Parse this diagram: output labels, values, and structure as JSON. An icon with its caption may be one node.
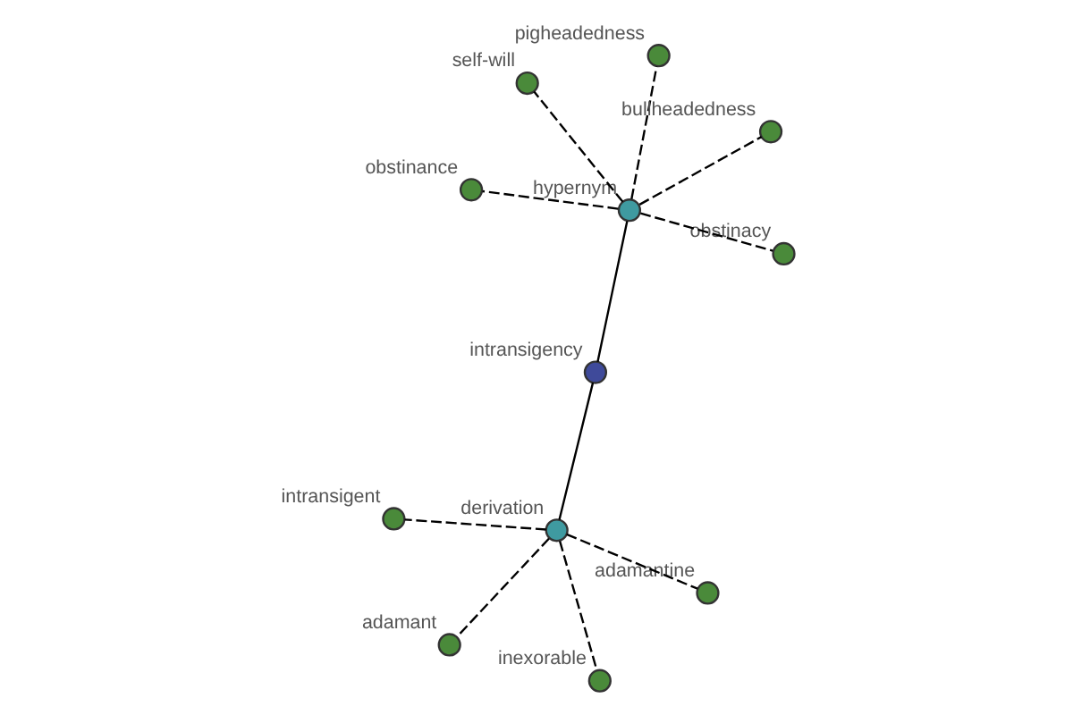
{
  "diagram": {
    "nodes": [
      {
        "text": [
          "intransigency"
        ]
      },
      {
        "text": [
          "hypernym"
        ]
      },
      {
        "text": [
          "derivation"
        ]
      },
      {
        "text": [
          "pigheadedness"
        ]
      },
      {
        "text": [
          "bullheadedness"
        ]
      },
      {
        "text": [
          "self-will"
        ]
      },
      {
        "text": [
          "obstinance"
        ]
      },
      {
        "text": [
          "obstinacy"
        ]
      },
      {
        "text": [
          "adamant"
        ]
      },
      {
        "text": [
          "inexorable"
        ]
      },
      {
        "text": [
          "adamantine"
        ]
      },
      {
        "text": [
          "intransigent"
        ]
      }
    ],
    "edges": [
      {
        "from": 0,
        "to": 1,
        "arrow": "none"
      },
      {
        "from": 0,
        "to": 2,
        "arrow": "none"
      },
      {
        "from": 1,
        "to": 3,
        "arrow": "none",
        "style": "dashed"
      },
      {
        "from": 1,
        "to": 4,
        "arrow": "none",
        "style": "dashed"
      },
      {
        "from": 1,
        "to": 5,
        "arrow": "none",
        "style": "dashed"
      },
      {
        "from": 1,
        "to": 6,
        "arrow": "none",
        "style": "dashed"
      },
      {
        "from": 1,
        "to": 7,
        "arrow": "none",
        "style": "dashed"
      },
      {
        "from": 2,
        "to": 8,
        "arrow": "none",
        "style": "dashed"
      },
      {
        "from": 2,
        "to": 9,
        "arrow": "none",
        "style": "dashed"
      },
      {
        "from": 2,
        "to": 10,
        "arrow": "none",
        "style": "dashed"
      },
      {
        "from": 2,
        "to": 11,
        "arrow": "none",
        "style": "dashed"
      }
    ]
  }
}
